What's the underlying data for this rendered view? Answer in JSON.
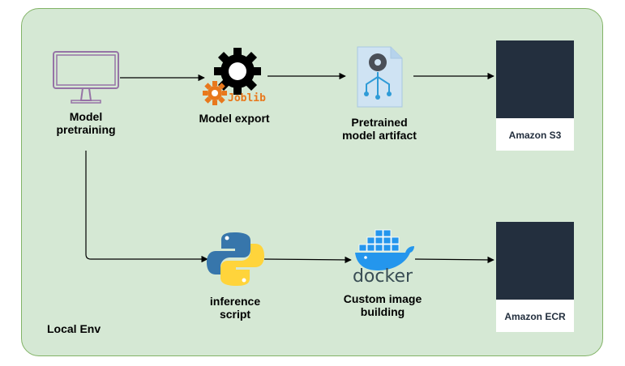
{
  "environment": {
    "label": "Local Env"
  },
  "nodes": {
    "model_pretraining": {
      "line1": "Model",
      "line2": "pretraining",
      "icon": "monitor-icon"
    },
    "model_export": {
      "label": "Model export",
      "logo_text": "Joblib",
      "icon": "joblib-gear-logo"
    },
    "pretrained_artifact": {
      "line1": "Pretrained",
      "line2": "model artifact",
      "icon": "model-artifact-icon"
    },
    "amazon_s3": {
      "label": "Amazon S3",
      "icon": "s3-bucket-icon"
    },
    "inference_script": {
      "line1": "inference",
      "line2": "script",
      "icon": "python-logo"
    },
    "custom_image": {
      "line1": "Custom image",
      "line2": "building",
      "logo_text": "docker",
      "icon": "docker-whale-logo"
    },
    "amazon_ecr": {
      "label": "Amazon ECR",
      "icon": "ecr-icon"
    }
  },
  "colors": {
    "env_fill": "#d5e8d4",
    "env_border": "#82b366",
    "aws_dark": "#232f3e",
    "monitor": "#9673a6",
    "joblib_orange": "#e8781c",
    "python_blue": "#3776ab",
    "python_yellow": "#ffd43b",
    "docker_blue": "#2496ed",
    "docker_navy": "#394d54"
  }
}
